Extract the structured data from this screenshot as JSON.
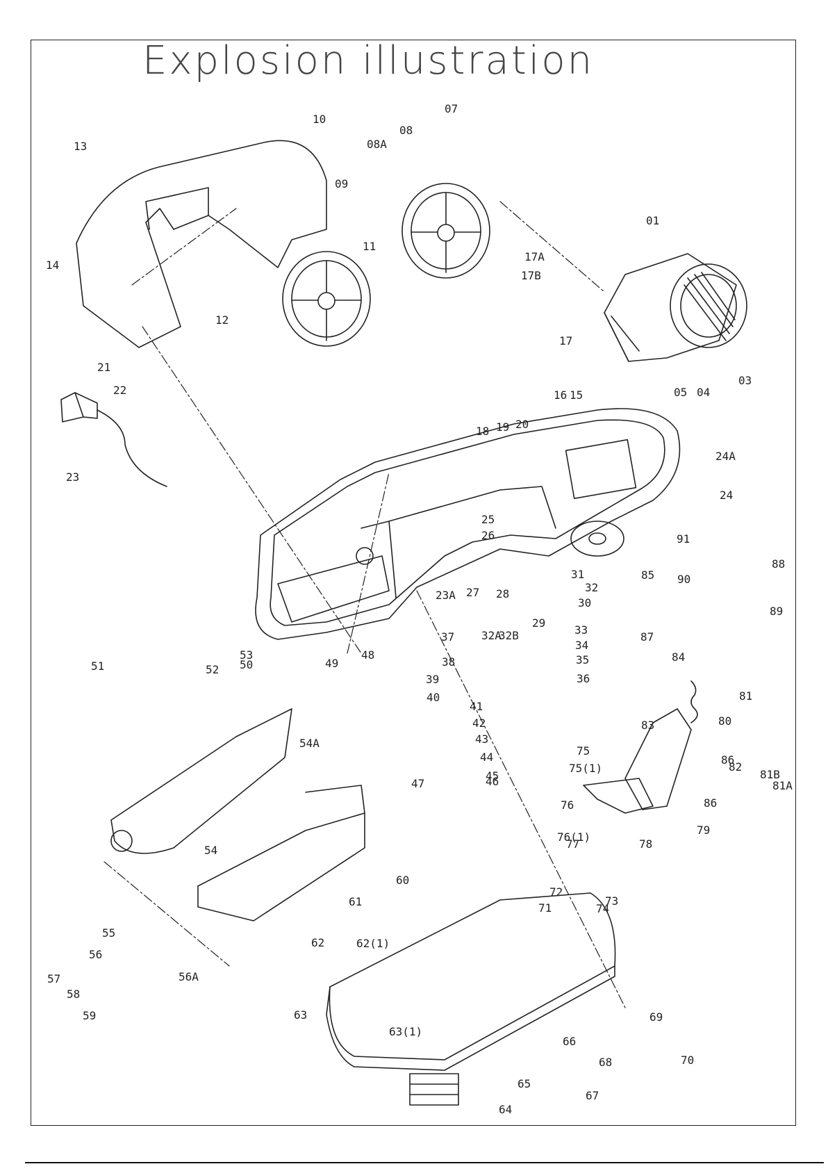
{
  "title": "Explosion illustration",
  "parts": [
    "01",
    "03",
    "04",
    "05",
    "07",
    "08",
    "08A",
    "09",
    "10",
    "11",
    "12",
    "13",
    "14",
    "15",
    "16",
    "17",
    "17A",
    "17B",
    "18",
    "19",
    "20",
    "21",
    "22",
    "23",
    "23A",
    "24",
    "24A",
    "25",
    "26",
    "27",
    "28",
    "29",
    "30",
    "31",
    "32",
    "32A",
    "32B",
    "33",
    "34",
    "35",
    "36",
    "37",
    "38",
    "39",
    "40",
    "41",
    "42",
    "43",
    "44",
    "45",
    "46",
    "47",
    "48",
    "49",
    "50",
    "51",
    "52",
    "53",
    "54",
    "54A",
    "55",
    "56",
    "56A",
    "57",
    "58",
    "59",
    "60",
    "61",
    "62",
    "62(1)",
    "63",
    "63(1)",
    "64",
    "65",
    "66",
    "67",
    "68",
    "69",
    "70",
    "71",
    "72",
    "73",
    "74",
    "75",
    "75(1)",
    "76",
    "76(1)",
    "77",
    "78",
    "79",
    "80",
    "81",
    "81A",
    "81B",
    "82",
    "83",
    "84",
    "85",
    "86",
    "86",
    "87",
    "88",
    "89",
    "90",
    "91"
  ],
  "colors": {
    "line": "#222222",
    "background": "#ffffff"
  }
}
